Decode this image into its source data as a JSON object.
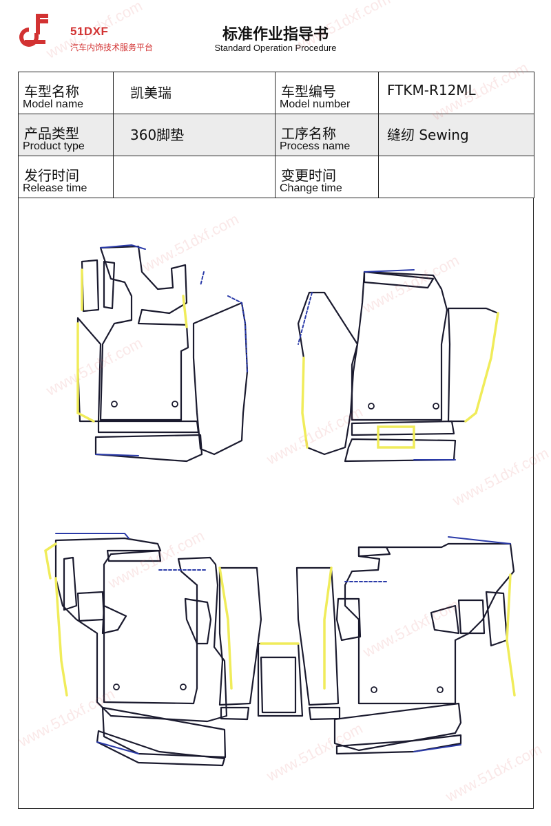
{
  "header": {
    "brand": "51DXF",
    "brand_sub": "汽车内饰技术服务平台",
    "title": "标准作业指导书",
    "subtitle": "Standard Operation Procedure"
  },
  "info": {
    "model_name_cn": "车型名称",
    "model_name_en": "Model name",
    "model_name_value": "凯美瑞",
    "model_number_cn": "车型编号",
    "model_number_en": "Model number",
    "model_number_value": "FTKM-R12ML",
    "product_type_cn": "产品类型",
    "product_type_en": "Product type",
    "product_type_value": "360脚垫",
    "process_name_cn": "工序名称",
    "process_name_en": "Process name",
    "process_name_value": "缝纫 Sewing",
    "release_time_cn": "发行时间",
    "release_time_en": "Release time",
    "release_time_value": "",
    "change_time_cn": "变更时间",
    "change_time_en": "Change time",
    "change_time_value": ""
  },
  "watermark": "www.51dxf.com",
  "colors": {
    "brand": "#d23232",
    "outline": "#1a1a2e",
    "seam_yellow": "#f0ec5a",
    "seam_blue": "#2a3aa8"
  }
}
